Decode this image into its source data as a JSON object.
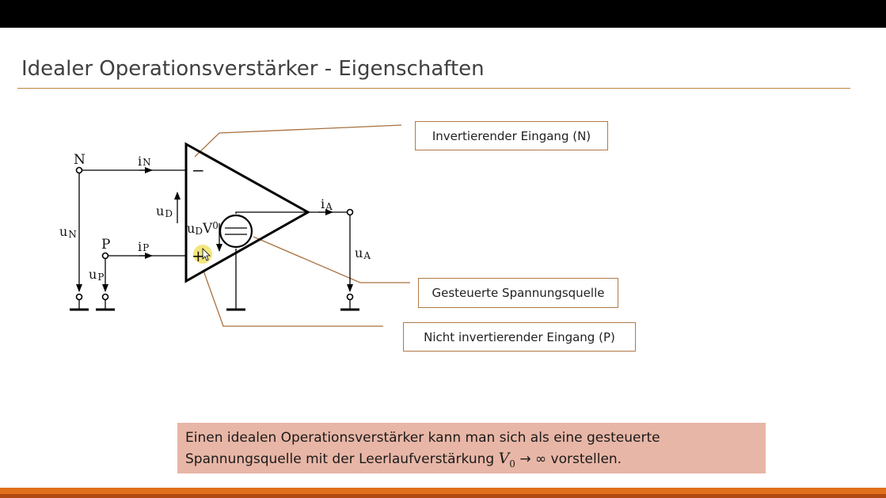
{
  "slide": {
    "title": "Idealer Operationsverstärker - Eigenschaften"
  },
  "circuit": {
    "node_n": "N",
    "node_p": "P",
    "i_n_main": "i",
    "i_n_sub": "N",
    "i_p_main": "i",
    "i_p_sub": "P",
    "u_n_main": "u",
    "u_n_sub": "N",
    "u_p_main": "u",
    "u_p_sub": "P",
    "u_d_main": "u",
    "u_d_sub": "D",
    "ud_v0_u": "u",
    "ud_v0_d": "D",
    "ud_v0_v": "V",
    "ud_v0_0": "0",
    "i_a_main": "i",
    "i_a_sub": "A",
    "u_a_main": "u",
    "u_a_sub": "A",
    "minus_sign": "−",
    "plus_sign": "+"
  },
  "callouts": {
    "inverting": "Invertierender Eingang (N)",
    "source": "Gesteuerte Spannungsquelle",
    "non_inverting": "Nicht invertierender Eingang (P)"
  },
  "note": {
    "text_1": "Einen idealen Operationsverstärker kann man sich als eine gesteuerte Spannungsquelle mit der Leerlaufverstärkung ",
    "var_main": "V",
    "var_sub": "0",
    "symbol": "→ ∞",
    "text_2": " vorstellen."
  },
  "colors": {
    "title_rule": "#c0843c",
    "callout_border": "#b07a46",
    "note_background": "#e8b6a6",
    "bottom_bar": "#e0701c"
  }
}
